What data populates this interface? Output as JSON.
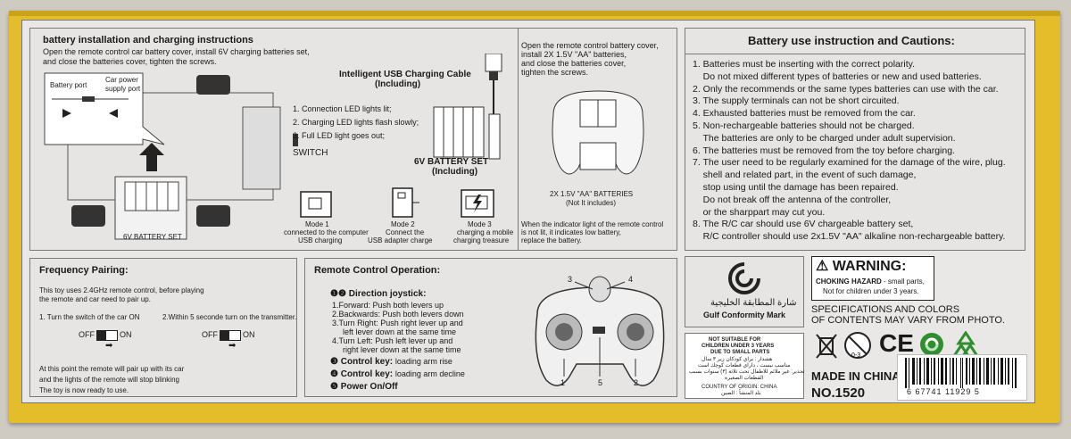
{
  "battery_install": {
    "title": "battery installation and charging instructions",
    "line1": "Open the remote control car  battery cover, install 6V charging batteries set,",
    "line2": "and close the batteries cover, tighten the screws.",
    "battery_port": "Battery port",
    "car_power": "Car power",
    "supply_port": "supply port",
    "switch_label": "SWITCH",
    "battery_set_label": "6V BATTERY SET"
  },
  "charging": {
    "cable_title": "Intelligent USB Charging Cable",
    "cable_sub": "(Including)",
    "led1": "1. Connection LED lights lit;",
    "led2": "2. Charging LED lights flash slowly;",
    "led3": "3. Full LED light goes out;",
    "set_label": "6V BATTERY SET",
    "set_sub": "(Including)",
    "mode1": "Mode 1",
    "mode1_a": "connected to the computer",
    "mode1_b": "USB charging",
    "mode2": "Mode 2",
    "mode2_a": "Connect the",
    "mode2_b": "USB adapter charge",
    "mode3": "Mode 3",
    "mode3_a": "charging a mobile",
    "mode3_b": "charging treasure"
  },
  "remote_battery": {
    "line1": "Open the remote control battery cover,",
    "line2": "install 2X 1.5V \"AA\" batteries,",
    "line3": "and close the batteries cover,",
    "line4": "tighten the screws.",
    "aa_label": "2X 1.5V \"AA\" BATTERIES",
    "aa_sub": "(Not It includes)",
    "low1": "When the indicator light of the remote control",
    "low2": "is not lit, it indicates low battery,",
    "low3": "replace the battery."
  },
  "cautions": {
    "title": "Battery use instruction and Cautions:",
    "lines": [
      "1. Batteries must be inserting with the correct polarity.",
      "    Do not mixed different types of batteries or new and used batteries.",
      "2. Only the recommends or the same types batteries can use with the car.",
      "3. The supply terminals can not be short circuited.",
      "4. Exhausted batteries must be removed from the car.",
      "5. Non-rechargeable batteries should not be charged.",
      "    The batteries are only to be charged under adult supervision.",
      "6. The batteries must be removed from the toy before charging.",
      "7. The user need to be regularly examined for the damage of the wire, plug.",
      "    shell and related part, in the event of such damage,",
      "    stop using until the damage has been repaired.",
      "    Do not break off the antenna of the controller,",
      "    or the sharppart may cut you.",
      "8. The R/C car should use 6V chargeable battery set,",
      "    R/C controller should use 2x1.5V \"AA\" alkaline non-rechargeable battery."
    ]
  },
  "frequency": {
    "title": "Frequency Pairing:",
    "p1": "This toy uses 2.4GHz remote control, before playing",
    "p2": "the remote and car need to pair up.",
    "step1": "1. Turn the switch of the car ON",
    "step2": "2.Within 5 seconde turn on the transmitter.",
    "off": "OFF",
    "on": "ON",
    "p3": "At this point the remote will pair up with its car",
    "p4": "and the lights of the remote will stop blinking",
    "p5": "The toy is now ready to use."
  },
  "remote_op": {
    "title": "Remote Control Operation:",
    "joystick": "Direction joystick:",
    "j1": "1.Forward: Push both levers up",
    "j2": "2.Backwards: Push both levers down",
    "j3": "3.Turn Right: Push right lever up and",
    "j3b": "left lever down at the same time",
    "j4": "4.Turn Left: Push left lever up and",
    "j4b": "right lever down at the same time",
    "c3_label": "Control key:",
    "c3_text": "loading arm rise",
    "c4_label": "Control key:",
    "c4_text": "loading arm decline",
    "c5": "Power On/Off",
    "n1": "1",
    "n2": "2",
    "n3": "3",
    "n4": "4",
    "n5": "5"
  },
  "gcc": {
    "arabic": "شارة المطابقة الخليجية",
    "label": "Gulf Conformity Mark"
  },
  "warning": {
    "title": "WARNING:",
    "hazard": "CHOKING HAZARD",
    "hazard_tail": " - small parts,",
    "age": "Not for children under 3 years."
  },
  "spec1": "SPECIFICATIONS AND COLORS",
  "spec2": "OF CONTENTS MAY VARY FROM PHOTO.",
  "age_box": {
    "l1": "NOT SUITABLE FOR",
    "l2": "CHILDREN UNDER 3 YEARS",
    "l3": "DUE TO SMALL PARTS",
    "ar1": "هشدار : براي كودكان زير ۳ سال",
    "ar2": "مناسب نيست ، داراي قطعات كوچك است",
    "ar3": "تحذير: غير ملائم للاطفال تحت ثلاثة (٣) سنوات بسبب",
    "ar4": "القطعات الصغيرة",
    "origin": "COUNTRY OF ORIGIN: CHINA",
    "origin_ar": "بلد المنشأ : الصين"
  },
  "made_in": "MADE IN CHINA",
  "model_no": "NO.1520",
  "barcode": "6 67741 11929 5",
  "mark_age": "0-3",
  "colors": {
    "box": "#e3bd2a",
    "panel": "#e9e8e6",
    "ink": "#1a1a1a",
    "green": "#2f8f2f"
  }
}
